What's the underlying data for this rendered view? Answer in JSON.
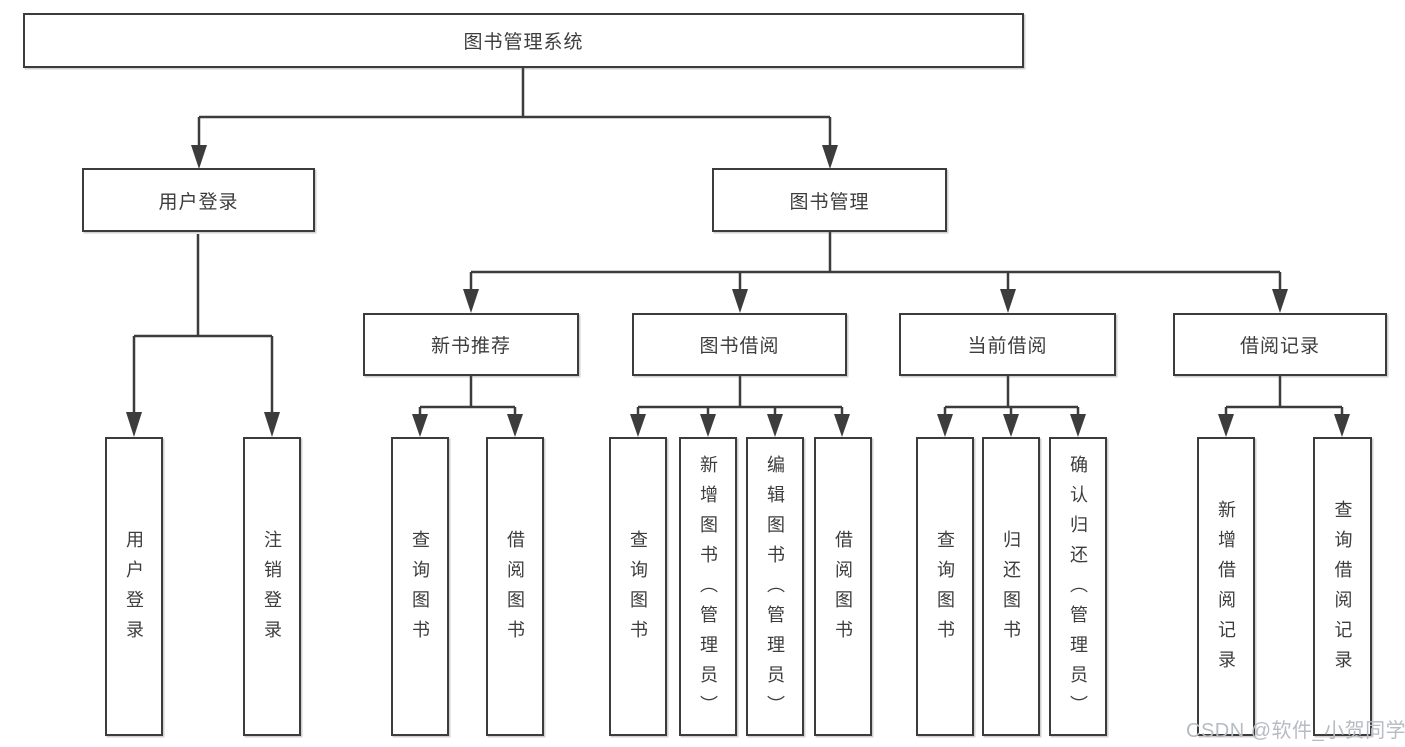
{
  "diagram": {
    "root": {
      "label": "图书管理系统"
    },
    "level2": [
      {
        "label": "用户登录"
      },
      {
        "label": "图书管理"
      }
    ],
    "level3": [
      {
        "label": "新书推荐"
      },
      {
        "label": "图书借阅"
      },
      {
        "label": "当前借阅"
      },
      {
        "label": "借阅记录"
      }
    ],
    "leaves": {
      "user_login": [
        {
          "label": "用户登录"
        },
        {
          "label": "注销登录"
        }
      ],
      "new_book_recommend": [
        {
          "label": "查询图书"
        },
        {
          "label": "借阅图书"
        }
      ],
      "book_borrow": [
        {
          "label": "查询图书"
        },
        {
          "label": "新增图书（管理员）"
        },
        {
          "label": "编辑图书（管理员）"
        },
        {
          "label": "借阅图书"
        }
      ],
      "current_borrow": [
        {
          "label": "查询图书"
        },
        {
          "label": "归还图书"
        },
        {
          "label": "确认归还（管理员）"
        }
      ],
      "borrow_records": [
        {
          "label": "新增借阅记录"
        },
        {
          "label": "查询借阅记录"
        }
      ]
    }
  },
  "watermark": "CSDN @软件_小贺同学",
  "colors": {
    "line": "#3c3c3c",
    "box_border": "#3c3c3c",
    "text": "#3d3d3d",
    "watermark": "#b7bbc2",
    "background": "#ffffff"
  }
}
